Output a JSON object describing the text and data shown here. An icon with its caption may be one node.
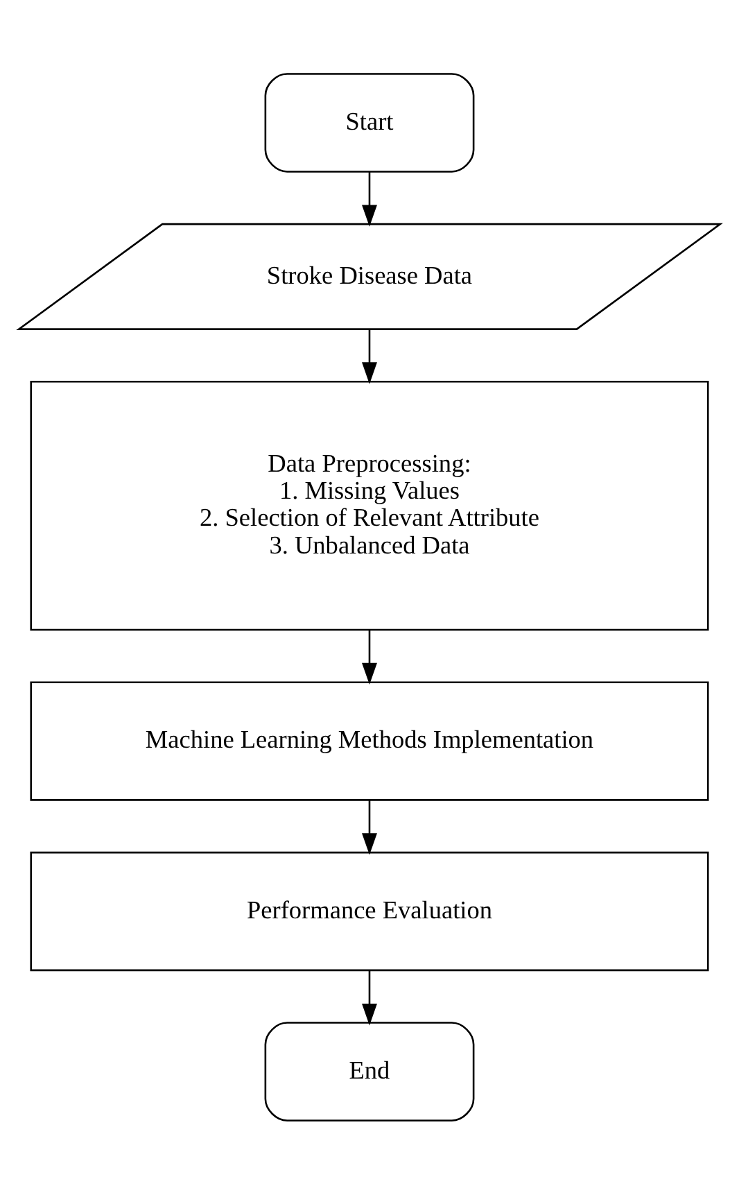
{
  "diagram": {
    "nodes": [
      {
        "text": [
          "Start"
        ]
      },
      {
        "text": [
          "Stroke Disease Data"
        ]
      },
      {
        "text": [
          "Data Preprocessing:",
          "1. Missing Values",
          "2. Selection of Relevant Attribute",
          "3. Unbalanced Data"
        ]
      },
      {
        "text": [
          "Machine Learning Methods Implementation"
        ]
      },
      {
        "text": [
          "Performance Evaluation"
        ]
      },
      {
        "text": [
          "End"
        ]
      }
    ],
    "edges": [
      {
        "from": 0,
        "to": 1,
        "arrow": "to"
      },
      {
        "from": 1,
        "to": 2,
        "arrow": "to"
      },
      {
        "from": 2,
        "to": 3,
        "arrow": "to"
      },
      {
        "from": 3,
        "to": 4,
        "arrow": "to"
      },
      {
        "from": 4,
        "to": 5,
        "arrow": "to"
      }
    ]
  }
}
